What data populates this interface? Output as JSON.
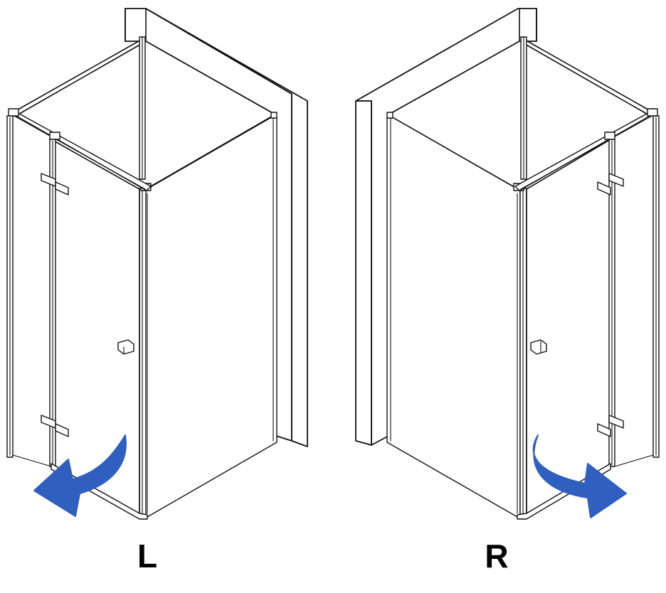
{
  "variants": [
    {
      "label": "L",
      "opening_side": "left"
    },
    {
      "label": "R",
      "opening_side": "right"
    }
  ],
  "colors": {
    "arrow": "#2f5fbf",
    "line": "#111111",
    "background": "#ffffff"
  },
  "icons": {
    "arrow": "curved-arrow-icon"
  }
}
